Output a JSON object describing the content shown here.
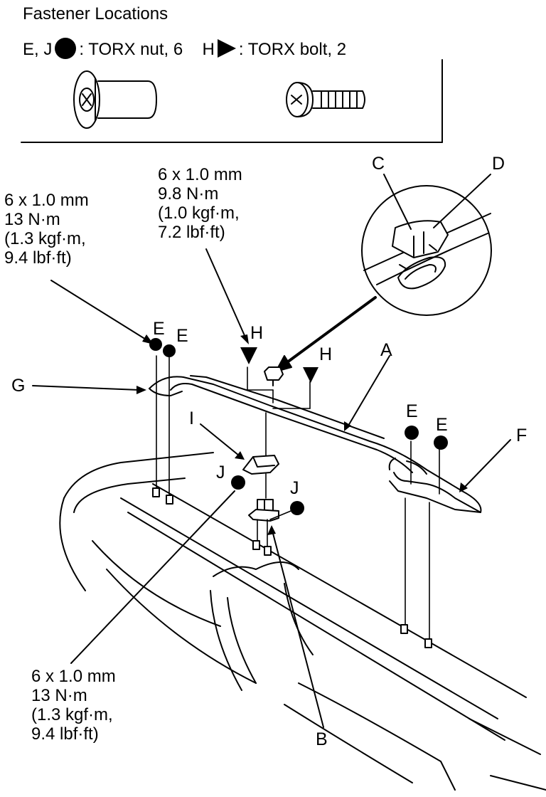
{
  "legend": {
    "title": "Fastener Locations",
    "nut_letters": "E, J",
    "nut_text": ": TORX nut, 6",
    "bolt_letters": "H",
    "bolt_text": ": TORX bolt, 2"
  },
  "callouts": {
    "torque_h": "6 x 1.0 mm\n9.8 N·m\n(1.0 kgf·m,\n7.2 lbf·ft)",
    "torque_e": "6 x 1.0 mm\n13 N·m\n(1.3 kgf·m,\n9.4 lbf·ft)",
    "torque_j": "6 x 1.0 mm\n13 N·m\n(1.3 kgf·m,\n9.4 lbf·ft)"
  },
  "labels": {
    "A": "A",
    "B": "B",
    "C": "C",
    "D": "D",
    "E": "E",
    "F": "F",
    "G": "G",
    "H": "H",
    "I": "I",
    "J": "J"
  }
}
